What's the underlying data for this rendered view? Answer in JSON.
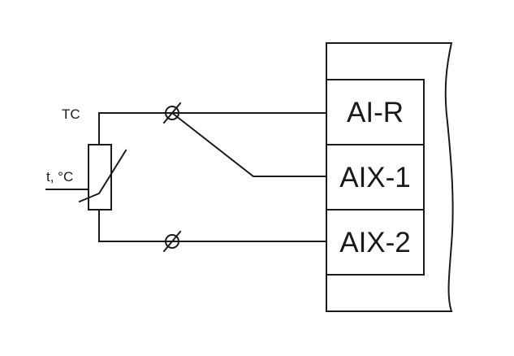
{
  "sensor": {
    "label": "TC",
    "temperature_label": "t, °C"
  },
  "terminals": [
    {
      "label": "AI-R"
    },
    {
      "label": "AIX-1"
    },
    {
      "label": "AIX-2"
    }
  ],
  "colors": {
    "line": "#1a1a1a",
    "background": "#ffffff"
  }
}
